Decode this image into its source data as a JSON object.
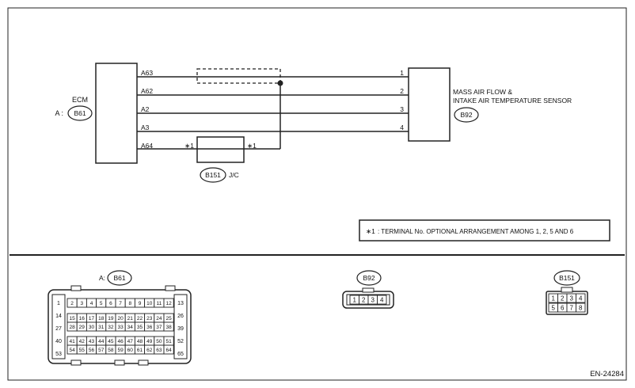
{
  "ecm": {
    "label": "ECM",
    "conn_prefix": "A :",
    "conn": "B61",
    "pins": [
      "A63",
      "A62",
      "A2",
      "A3",
      "A64"
    ]
  },
  "sensor": {
    "line1": "MASS AIR FLOW &",
    "line2": "INTAKE AIR TEMPERATURE SENSOR",
    "conn": "B92",
    "pins": [
      "1",
      "2",
      "3",
      "4"
    ]
  },
  "jc": {
    "conn": "B151",
    "label": "J/C",
    "mark_left": "∗1",
    "mark_right": "∗1"
  },
  "note": {
    "mark": "∗1",
    "text": ": TERMINAL No. OPTIONAL ARRANGEMENT AMONG 1, 2, 5 AND 6"
  },
  "connector_a": {
    "prefix": "A:",
    "conn": "B61",
    "left_col": [
      "1",
      "14",
      "27",
      "40",
      "53"
    ],
    "right_col": [
      "13",
      "26",
      "39",
      "52",
      "65"
    ],
    "rows": [
      [
        "2",
        "3",
        "4",
        "5",
        "6",
        "7",
        "8",
        "9",
        "10",
        "11",
        "12"
      ],
      [
        "15",
        "16",
        "17",
        "18",
        "19",
        "20",
        "21",
        "22",
        "23",
        "24",
        "25"
      ],
      [
        "28",
        "29",
        "30",
        "31",
        "32",
        "33",
        "34",
        "35",
        "36",
        "37",
        "38"
      ],
      [
        "41",
        "42",
        "43",
        "44",
        "45",
        "46",
        "47",
        "48",
        "49",
        "50",
        "51"
      ],
      [
        "54",
        "55",
        "56",
        "57",
        "58",
        "59",
        "60",
        "61",
        "62",
        "63",
        "64"
      ]
    ]
  },
  "connector_b92": {
    "conn": "B92",
    "pins": [
      "1",
      "2",
      "3",
      "4"
    ]
  },
  "connector_b151": {
    "conn": "B151",
    "top": [
      "1",
      "2",
      "3",
      "4"
    ],
    "bottom": [
      "5",
      "6",
      "7",
      "8"
    ]
  },
  "figure_code": "EN-24284"
}
